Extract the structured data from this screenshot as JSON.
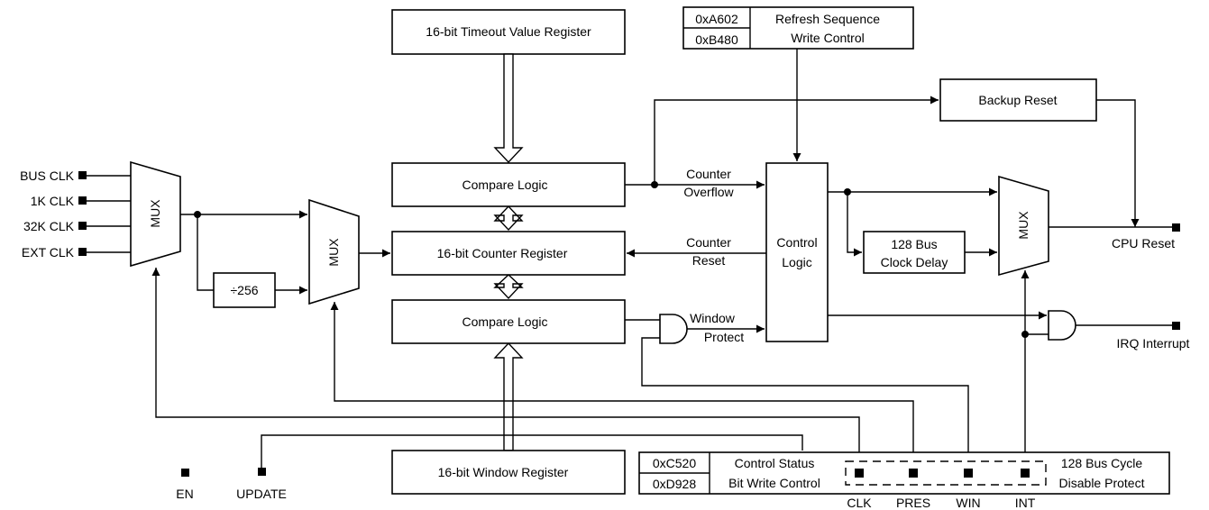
{
  "timeout_register": "16-bit Timeout Value Register",
  "refresh": {
    "code1": "0xA602",
    "code2": "0xB480",
    "label_line1": "Refresh Sequence",
    "label_line2": "Write Control"
  },
  "backup_reset": "Backup Reset",
  "inputs": [
    "BUS CLK",
    "1K CLK",
    "32K CLK",
    "EXT CLK"
  ],
  "mux_label": "MUX",
  "divider": "÷256",
  "compare_top": "Compare Logic",
  "counter_register": "16-bit Counter Register",
  "compare_bottom": "Compare Logic",
  "window_register": "16-bit Window Register",
  "control_logic_line1": "Control",
  "control_logic_line2": "Logic",
  "counter_overflow_line1": "Counter",
  "counter_overflow_line2": "Overflow",
  "counter_reset_line1": "Counter",
  "counter_reset_line2": "Reset",
  "window_protect_line1": "Window",
  "window_protect_line2": "Protect",
  "delay_line1": "128 Bus",
  "delay_line2": "Clock Delay",
  "cpu_reset": "CPU Reset",
  "irq_interrupt": "IRQ Interrupt",
  "en": "EN",
  "update": "UPDATE",
  "control_status": {
    "code1": "0xC520",
    "code2": "0xD928",
    "label_line1": "Control Status",
    "label_line2": "Bit Write Control"
  },
  "disable_protect_line1": "128 Bus Cycle",
  "disable_protect_line2": "Disable Protect",
  "bits": [
    "CLK",
    "PRES",
    "WIN",
    "INT"
  ]
}
